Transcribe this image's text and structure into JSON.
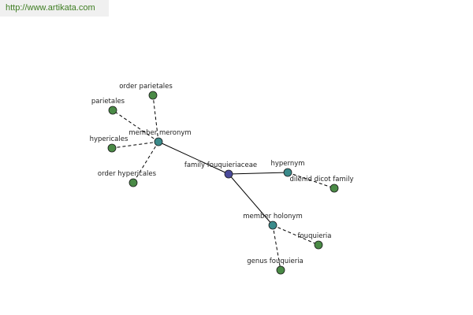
{
  "watermark": {
    "text": "http://www.artikata.com"
  },
  "colors": {
    "leaf": "#4a8a46",
    "relation": "#3a8a8a",
    "root": "#4a4a9a",
    "edge": "#000000"
  },
  "graph": {
    "root": {
      "label": "family fouquieriaceae"
    },
    "relations": {
      "meronym": {
        "label": "member meronym"
      },
      "hypernym": {
        "label": "hypernym"
      },
      "holonym": {
        "label": "member holonym"
      }
    },
    "leaves": {
      "order_parietales": {
        "label": "order parietales"
      },
      "parietales": {
        "label": "parietales"
      },
      "hypericales": {
        "label": "hypericales"
      },
      "order_hypericales": {
        "label": "order hypericales"
      },
      "dilenid_dicot_family": {
        "label": "dilenid dicot family"
      },
      "fouquieria": {
        "label": "fouquieria"
      },
      "genus_fouquieria": {
        "label": "genus fouquieria"
      }
    }
  }
}
